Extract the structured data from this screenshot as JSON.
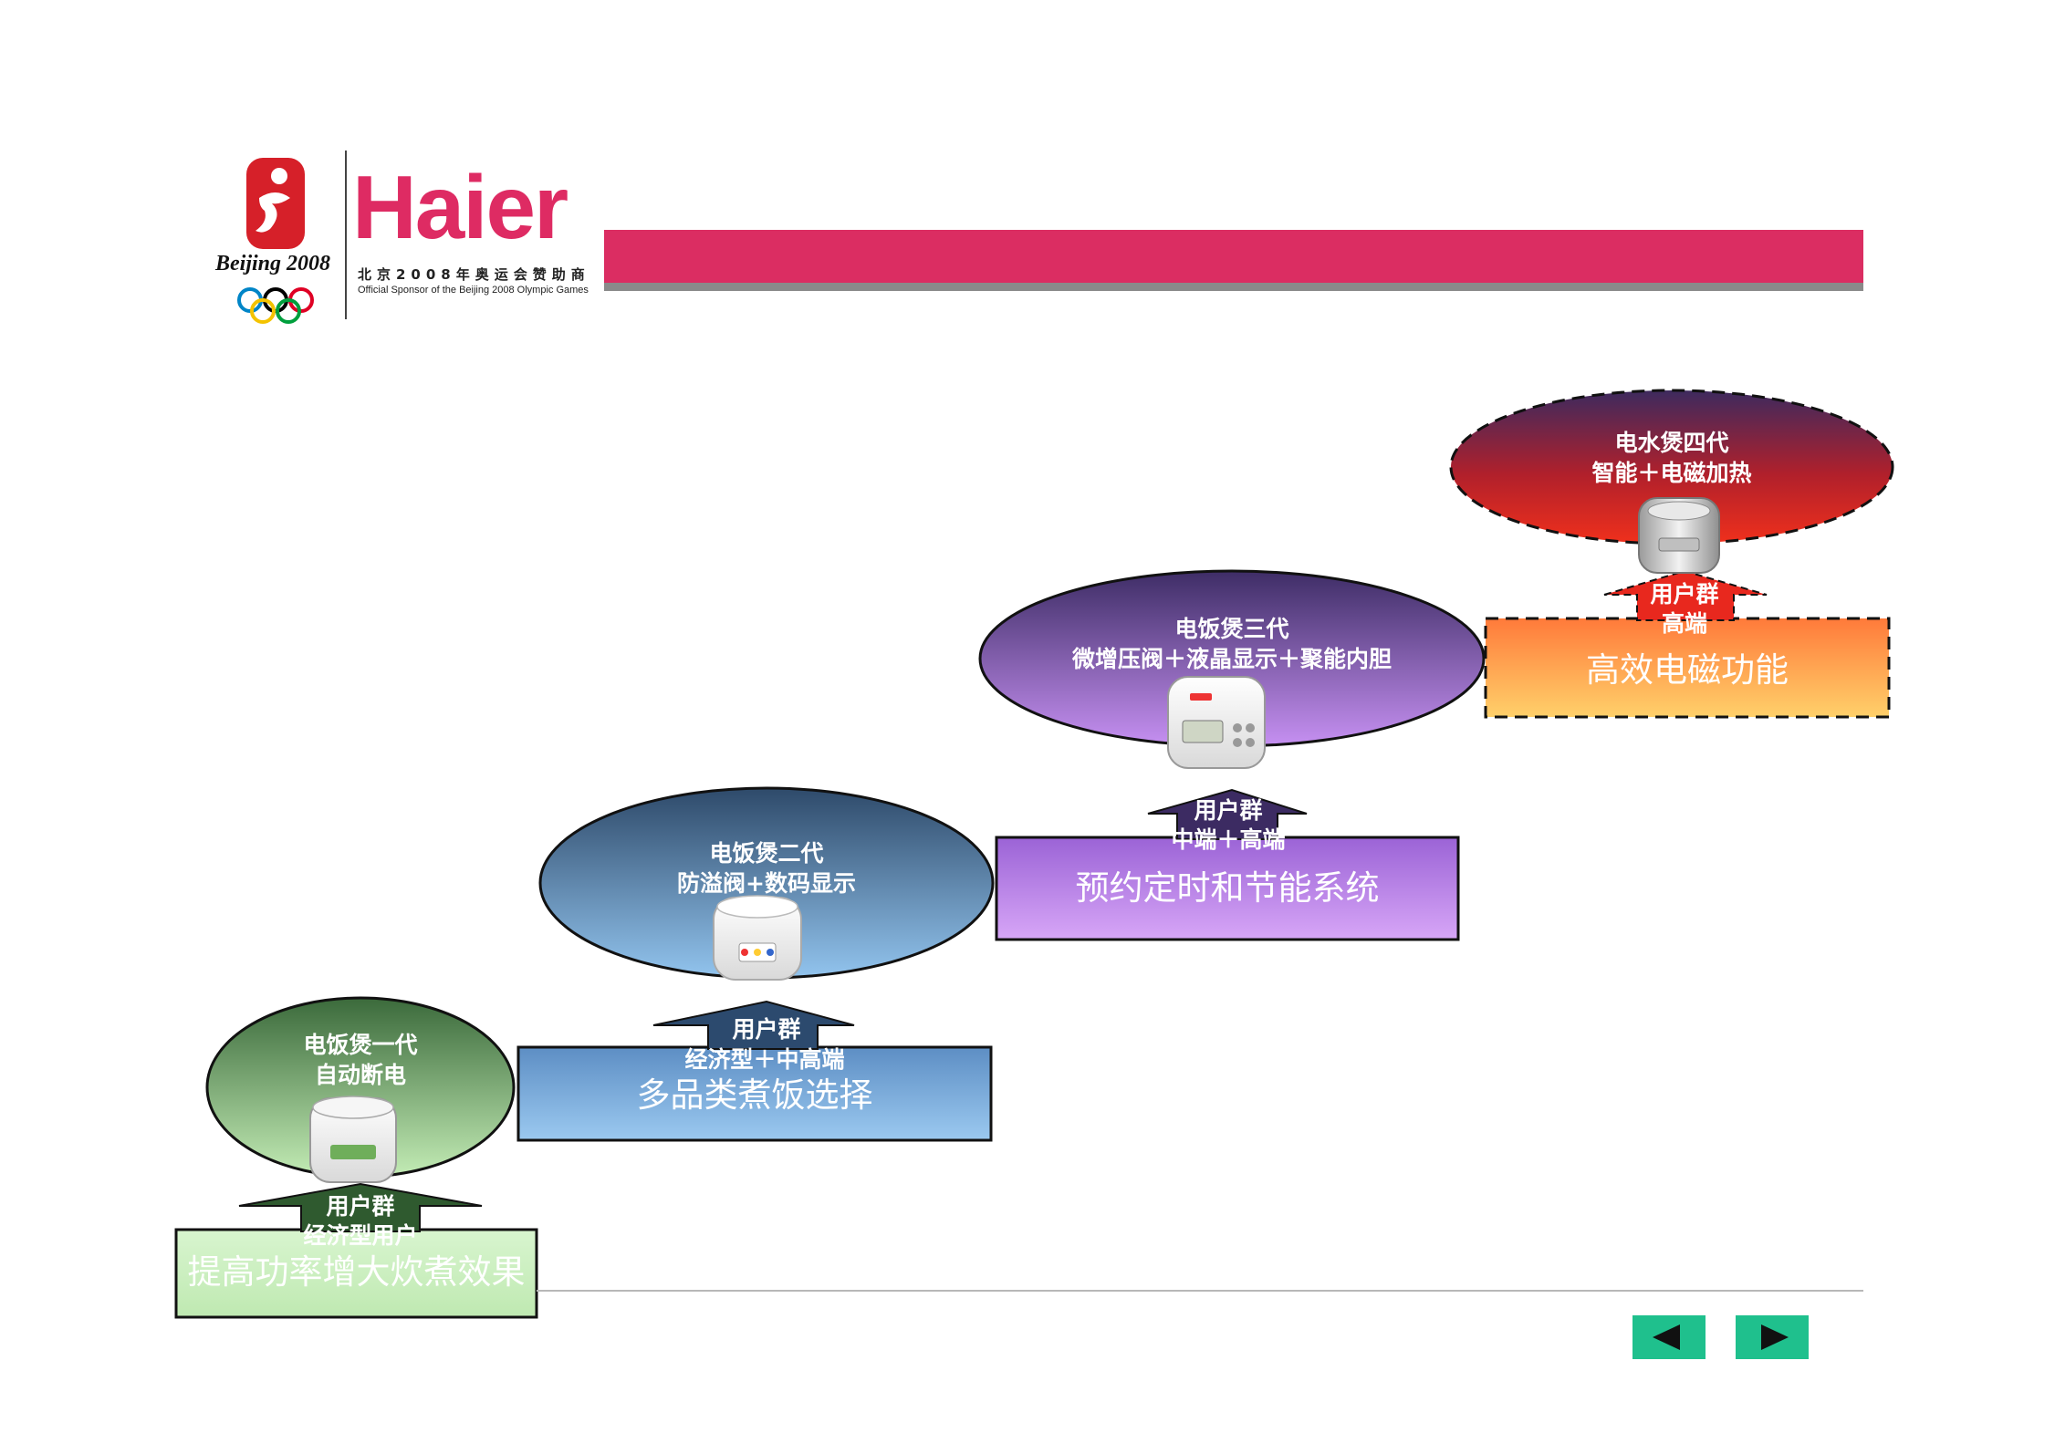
{
  "logo": {
    "brand": "Haier",
    "sponsor_cn": "北京2008年奥运会赞助商",
    "sponsor_en": "Official Sponsor of the Beijing 2008 Olympic Games",
    "beijing": "Beijing 2008"
  },
  "colors": {
    "brand": "#de2b63",
    "header_bar": "#db2d62",
    "nav_button": "#1fc08d"
  },
  "stages": [
    {
      "title": "电饭煲一代",
      "subtitle": "自动断电",
      "arrow_label": "用户群",
      "users": "经济型用户",
      "feature": "提高功率增大炊煮效果"
    },
    {
      "title": "电饭煲二代",
      "subtitle": "防溢阀+数码显示",
      "arrow_label": "用户群",
      "users": "经济型＋中高端",
      "feature": "多品类煮饭选择"
    },
    {
      "title": "电饭煲三代",
      "subtitle": "微增压阀＋液晶显示＋聚能内胆",
      "arrow_label": "用户群",
      "users": "中端＋高端",
      "feature": "预约定时和节能系统"
    },
    {
      "title": "电水煲四代",
      "subtitle": "智能＋电磁加热",
      "arrow_label": "用户群",
      "users": "高端",
      "feature": "高效电磁功能"
    }
  ],
  "nav": {
    "prev_icon": "triangle-left-icon",
    "next_icon": "triangle-right-icon"
  }
}
